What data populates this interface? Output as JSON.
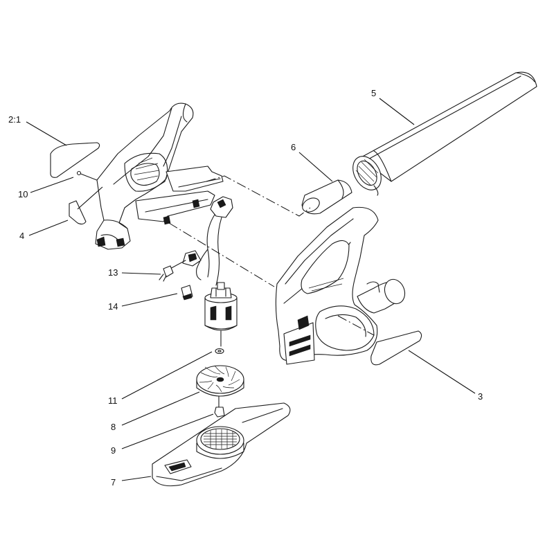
{
  "callouts": {
    "c_2_1": "2:1",
    "c_10": "10",
    "c_4": "4",
    "c_13": "13",
    "c_14": "14",
    "c_11": "11",
    "c_8": "8",
    "c_9": "9",
    "c_7": "7",
    "c_5": "5",
    "c_6": "6",
    "c_3": "3"
  },
  "colors": {
    "line": "#1a1a1a",
    "background": "#ffffff"
  }
}
